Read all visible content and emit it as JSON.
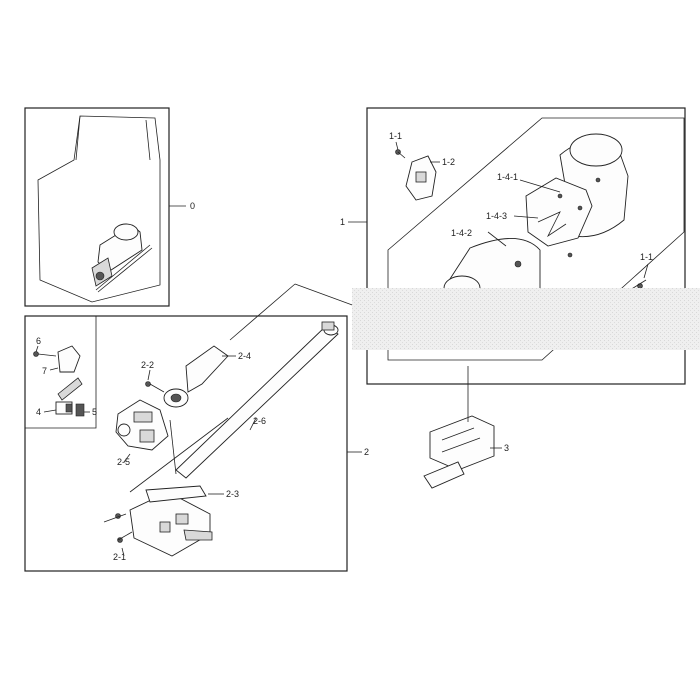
{
  "callouts": {
    "c0": "0",
    "c1": "1",
    "c1_1a": "1-1",
    "c1_2": "1-2",
    "c1_4_1": "1-4-1",
    "c1_4_3": "1-4-3",
    "c1_4_2": "1-4-2",
    "c1_1b": "1-1",
    "c2": "2",
    "c2_1": "2-1",
    "c2_2": "2-2",
    "c2_3": "2-3",
    "c2_4": "2-4",
    "c2_5": "2-5",
    "c2_6": "2-6",
    "c3": "3",
    "c4": "4",
    "c5": "5",
    "c6": "6",
    "c7": "7"
  },
  "colors": {
    "line": "#222222",
    "overlay": "#eeeeee",
    "background": "#ffffff"
  }
}
